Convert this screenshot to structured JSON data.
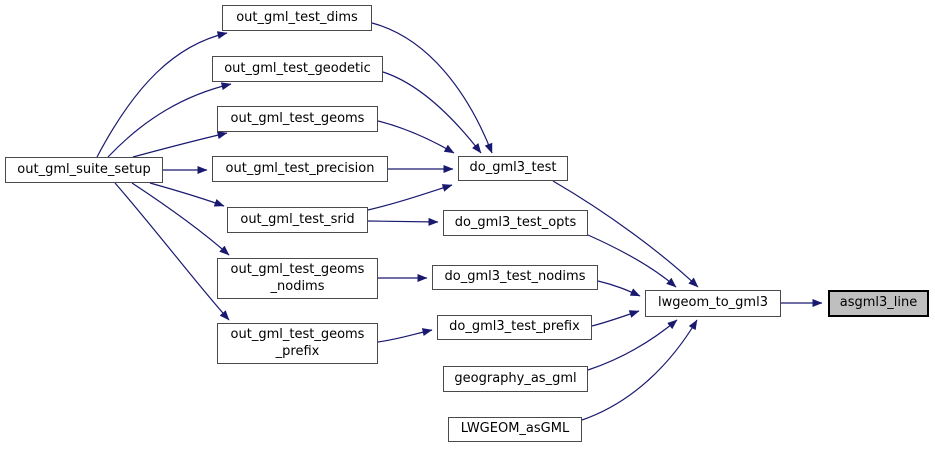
{
  "diagram": {
    "type": "call-graph",
    "focus_function": "asgml3_line",
    "style": {
      "edge_color": "#191970",
      "node_border_color": "#4a4a4a",
      "node_fill": "#ffffff",
      "highlight_fill": "#bfbfbf",
      "highlight_border": "#000000",
      "text_color": "#000000"
    },
    "nodes": [
      {
        "id": "out_gml_suite_setup",
        "label": "out_gml_suite_setup",
        "highlighted": false
      },
      {
        "id": "out_gml_test_dims",
        "label": "out_gml_test_dims",
        "highlighted": false
      },
      {
        "id": "out_gml_test_geodetic",
        "label": "out_gml_test_geodetic",
        "highlighted": false
      },
      {
        "id": "out_gml_test_geoms",
        "label": "out_gml_test_geoms",
        "highlighted": false
      },
      {
        "id": "out_gml_test_precision",
        "label": "out_gml_test_precision",
        "highlighted": false
      },
      {
        "id": "out_gml_test_srid",
        "label": "out_gml_test_srid",
        "highlighted": false
      },
      {
        "id": "out_gml_test_geoms_nodims",
        "label": "out_gml_test_geoms\n_nodims",
        "highlighted": false
      },
      {
        "id": "out_gml_test_geoms_prefix",
        "label": "out_gml_test_geoms\n_prefix",
        "highlighted": false
      },
      {
        "id": "do_gml3_test",
        "label": "do_gml3_test",
        "highlighted": false
      },
      {
        "id": "do_gml3_test_opts",
        "label": "do_gml3_test_opts",
        "highlighted": false
      },
      {
        "id": "do_gml3_test_nodims",
        "label": "do_gml3_test_nodims",
        "highlighted": false
      },
      {
        "id": "do_gml3_test_prefix",
        "label": "do_gml3_test_prefix",
        "highlighted": false
      },
      {
        "id": "geography_as_gml",
        "label": "geography_as_gml",
        "highlighted": false
      },
      {
        "id": "LWGEOM_asGML",
        "label": "LWGEOM_asGML",
        "highlighted": false
      },
      {
        "id": "lwgeom_to_gml3",
        "label": "lwgeom_to_gml3",
        "highlighted": false
      },
      {
        "id": "asgml3_line",
        "label": "asgml3_line",
        "highlighted": true
      }
    ],
    "edges": [
      {
        "from": "out_gml_suite_setup",
        "to": "out_gml_test_dims"
      },
      {
        "from": "out_gml_suite_setup",
        "to": "out_gml_test_geodetic"
      },
      {
        "from": "out_gml_suite_setup",
        "to": "out_gml_test_geoms"
      },
      {
        "from": "out_gml_suite_setup",
        "to": "out_gml_test_precision"
      },
      {
        "from": "out_gml_suite_setup",
        "to": "out_gml_test_srid"
      },
      {
        "from": "out_gml_suite_setup",
        "to": "out_gml_test_geoms_nodims"
      },
      {
        "from": "out_gml_suite_setup",
        "to": "out_gml_test_geoms_prefix"
      },
      {
        "from": "out_gml_test_dims",
        "to": "do_gml3_test"
      },
      {
        "from": "out_gml_test_geodetic",
        "to": "do_gml3_test"
      },
      {
        "from": "out_gml_test_geoms",
        "to": "do_gml3_test"
      },
      {
        "from": "out_gml_test_precision",
        "to": "do_gml3_test"
      },
      {
        "from": "out_gml_test_srid",
        "to": "do_gml3_test"
      },
      {
        "from": "out_gml_test_srid",
        "to": "do_gml3_test_opts"
      },
      {
        "from": "out_gml_test_geoms_nodims",
        "to": "do_gml3_test_nodims"
      },
      {
        "from": "out_gml_test_geoms_prefix",
        "to": "do_gml3_test_prefix"
      },
      {
        "from": "do_gml3_test",
        "to": "lwgeom_to_gml3"
      },
      {
        "from": "do_gml3_test_opts",
        "to": "lwgeom_to_gml3"
      },
      {
        "from": "do_gml3_test_nodims",
        "to": "lwgeom_to_gml3"
      },
      {
        "from": "do_gml3_test_prefix",
        "to": "lwgeom_to_gml3"
      },
      {
        "from": "geography_as_gml",
        "to": "lwgeom_to_gml3"
      },
      {
        "from": "LWGEOM_asGML",
        "to": "lwgeom_to_gml3"
      },
      {
        "from": "lwgeom_to_gml3",
        "to": "asgml3_line"
      }
    ]
  }
}
